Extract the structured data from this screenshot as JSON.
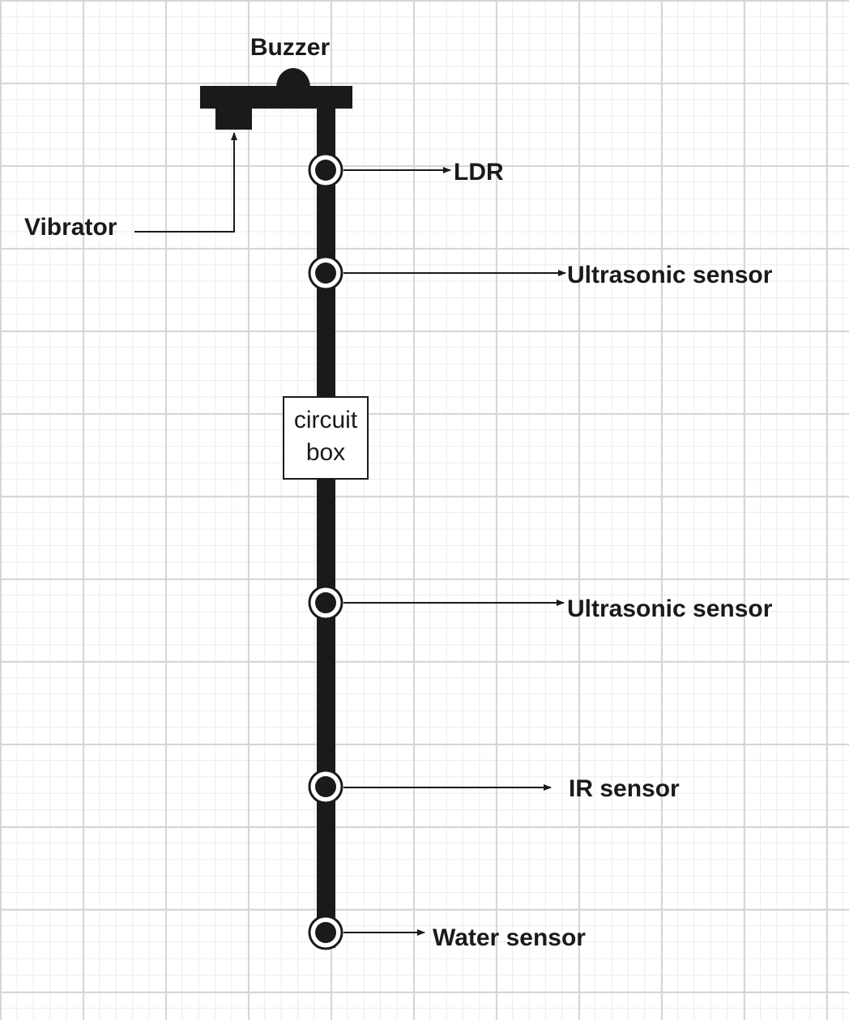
{
  "diagram": {
    "labels": {
      "buzzer": "Buzzer",
      "vibrator": "Vibrator",
      "ldr": "LDR",
      "ultrasonic_top": "Ultrasonic sensor",
      "ultrasonic_bottom": "Ultrasonic sensor",
      "ir": "IR sensor",
      "water": "Water sensor"
    },
    "circuit_box": {
      "line1": "circuit",
      "line2": "box"
    }
  }
}
